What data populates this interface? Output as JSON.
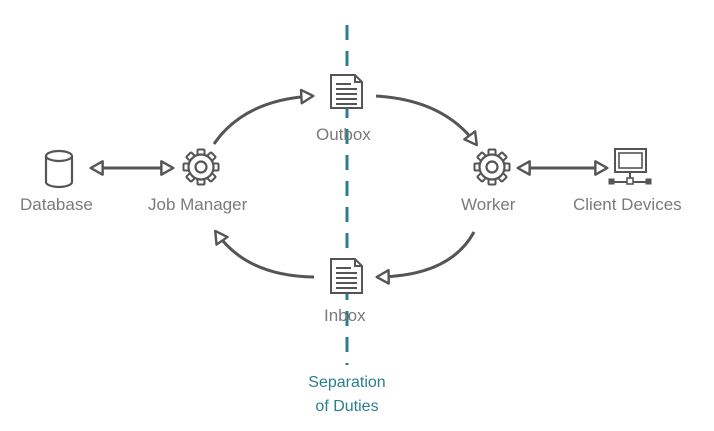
{
  "colors": {
    "stroke": "#555555",
    "label": "#7a7a7a",
    "separator": "#2a7f8f"
  },
  "nodes": {
    "database": {
      "label": "Database",
      "icon": "database-cylinder-icon"
    },
    "job_manager": {
      "label": "Job Manager",
      "icon": "gear-icon"
    },
    "outbox": {
      "label": "Outbox",
      "icon": "document-icon"
    },
    "inbox": {
      "label": "Inbox",
      "icon": "document-icon"
    },
    "worker": {
      "label": "Worker",
      "icon": "gear-icon"
    },
    "client_devices": {
      "label": "Client Devices",
      "icon": "networked-computer-icon"
    }
  },
  "separator": {
    "line1": "Separation",
    "line2": "of Duties",
    "style": "dashed-vertical"
  },
  "edges": [
    {
      "from": "database",
      "to": "job_manager",
      "direction": "both"
    },
    {
      "from": "job_manager",
      "to": "outbox",
      "direction": "forward"
    },
    {
      "from": "outbox",
      "to": "worker",
      "direction": "forward"
    },
    {
      "from": "worker",
      "to": "inbox",
      "direction": "forward"
    },
    {
      "from": "inbox",
      "to": "job_manager",
      "direction": "forward"
    },
    {
      "from": "worker",
      "to": "client_devices",
      "direction": "both"
    }
  ]
}
